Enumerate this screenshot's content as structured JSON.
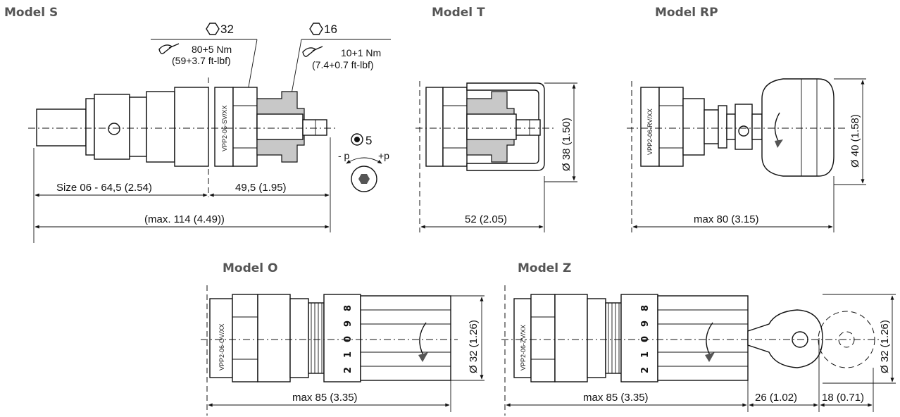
{
  "models": {
    "s": {
      "title": "Model S",
      "hex_a": "32",
      "torque_a_nm": "80+5 Nm",
      "torque_a_ft": "(59+3.7 ft-lbf)",
      "hex_b": "16",
      "torque_b_nm": "10+1 Nm",
      "torque_b_ft": "(7.4+0.7 ft-lbf)",
      "hex_socket": "5",
      "minus_p": "- p",
      "plus_p": "+p",
      "engraving": "VPP2-06-SV/XX",
      "dim_size": "Size 06 - 64,5 (2.54)",
      "dim_stroke": "49,5 (1.95)",
      "dim_total": "(max. 114 (4.49))"
    },
    "t": {
      "title": "Model T",
      "dim_diameter": "Ø 38 (1.50)",
      "dim_length": "52 (2.05)"
    },
    "rp": {
      "title": "Model RP",
      "engraving": "VPP2-06-RV/XX",
      "dim_diameter": "Ø 40 (1.58)",
      "dim_length": "max 80 (3.15)"
    },
    "o": {
      "title": "Model O",
      "engraving": "VPP2-06-OV/XX",
      "dial_numbers": [
        "8",
        "9",
        "0",
        "1",
        "2"
      ],
      "dim_diameter": "Ø 32 (1.26)",
      "dim_length": "max 85 (3.35)"
    },
    "z": {
      "title": "Model Z",
      "engraving": "VPP2-06-ZV/XX",
      "dial_numbers": [
        "8",
        "9",
        "0",
        "1",
        "2"
      ],
      "dim_diameter": "Ø 32 (1.26)",
      "dim_length": "max 85 (3.35)",
      "dim_key": "26 (1.02)",
      "dim_key_extra": "18 (0.71)"
    }
  }
}
